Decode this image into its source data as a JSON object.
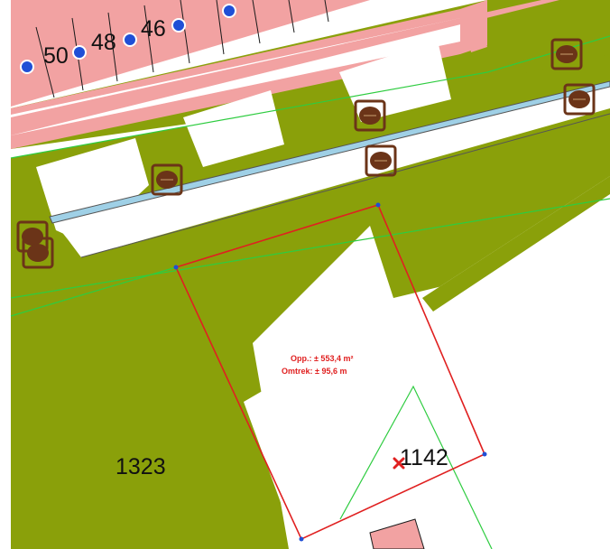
{
  "colors": {
    "green_area": "#8aa00a",
    "pink_road": "#f2a2a2",
    "white_building": "#ffffff",
    "parcel_line": "#1a1a1a",
    "boundary_green": "#2ecc40",
    "measure_red": "#e02020",
    "tree_brown": "#6b3418",
    "address_point": "#1f4fd6",
    "ditch_blue": "#9fd0e6"
  },
  "house_numbers": [
    "50",
    "48",
    "46"
  ],
  "parcels": [
    {
      "label": "1323"
    },
    {
      "label": "1142"
    }
  ],
  "measurement": {
    "area": "Opp.: ± 553,4 m²",
    "perimeter": "Omtrek: ± 95,6 m"
  },
  "icons": {
    "tree": "tree-icon",
    "address_point": "address-point-icon",
    "location_marker": "location-marker-icon"
  }
}
